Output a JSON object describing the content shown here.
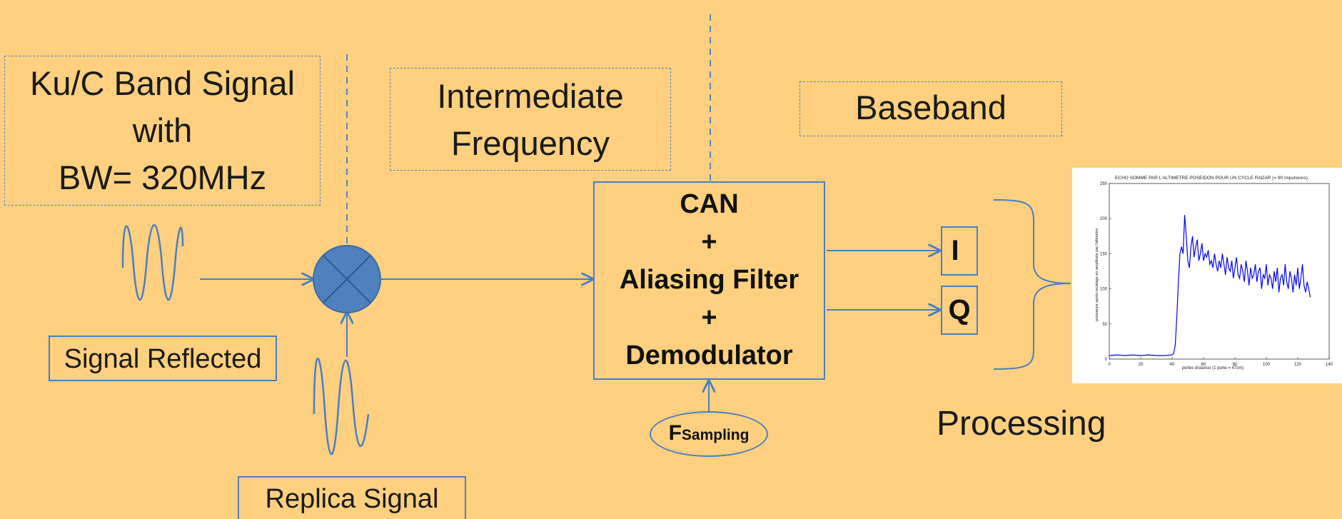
{
  "labels": {
    "rf_band": [
      "Ku/C Band Signal",
      "with",
      "BW= 320MHz"
    ],
    "intermediate": [
      "Intermediate",
      "Frequency"
    ],
    "baseband": "Baseband",
    "signal_reflected": "Signal Reflected",
    "replica_signal": "Replica Signal",
    "processor": [
      "CAN",
      "+",
      "Aliasing Filter",
      "+",
      "Demodulator"
    ],
    "sampling_main": "F",
    "sampling_sub": "Sampling",
    "i_channel": "I",
    "q_channel": "Q",
    "processing": "Processing"
  },
  "colors": {
    "background": "#FFD07F",
    "line": "#4A7EC4",
    "mixer_fill": "#4F81BD",
    "plot_line": "#0000FF"
  },
  "chart_data": {
    "type": "line",
    "title": "ECHO SOMME PAR L'ALTIMETRE POSEIDON POUR UN CYCLE RADAR (= 90 impulsions)",
    "xlabel": "portes distance (1 porte = 47cm)",
    "ylabel": "puissance après recalage en amplitude par l'altimètre",
    "xlim": [
      0,
      140
    ],
    "ylim": [
      0,
      250
    ],
    "xticks": [
      0,
      20,
      40,
      60,
      80,
      100,
      120,
      140
    ],
    "yticks": [
      0,
      50,
      100,
      150,
      200,
      250
    ],
    "series": [
      {
        "x": [
          0,
          5,
          10,
          15,
          20,
          25,
          30,
          35,
          40,
          41,
          42,
          43,
          44,
          45,
          46,
          47,
          48,
          49,
          50,
          51,
          52,
          53,
          54,
          55,
          56,
          57,
          58,
          59,
          60,
          61,
          62,
          63,
          64,
          65,
          66,
          67,
          68,
          69,
          70,
          71,
          72,
          73,
          74,
          75,
          76,
          77,
          78,
          79,
          80,
          81,
          82,
          83,
          84,
          85,
          86,
          87,
          88,
          89,
          90,
          91,
          92,
          93,
          94,
          95,
          96,
          97,
          98,
          99,
          100,
          101,
          102,
          103,
          104,
          105,
          106,
          107,
          108,
          109,
          110,
          111,
          112,
          113,
          114,
          115,
          116,
          117,
          118,
          119,
          120,
          121,
          122,
          123,
          124,
          125,
          126,
          127,
          128
        ],
        "y": [
          5,
          6,
          5,
          6,
          5,
          6,
          5,
          5,
          6,
          8,
          20,
          60,
          110,
          150,
          160,
          150,
          205,
          175,
          140,
          130,
          160,
          175,
          145,
          160,
          170,
          140,
          150,
          165,
          140,
          150,
          145,
          155,
          135,
          140,
          130,
          150,
          135,
          125,
          140,
          130,
          150,
          135,
          120,
          145,
          130,
          125,
          140,
          115,
          130,
          145,
          120,
          115,
          135,
          125,
          110,
          140,
          125,
          105,
          130,
          115,
          120,
          135,
          110,
          125,
          130,
          100,
          120,
          115,
          135,
          105,
          120,
          115,
          100,
          125,
          110,
          130,
          95,
          115,
          120,
          105,
          135,
          110,
          100,
          125,
          115,
          95,
          120,
          105,
          130,
          100,
          115,
          135,
          105,
          95,
          110,
          100,
          88
        ]
      }
    ]
  }
}
